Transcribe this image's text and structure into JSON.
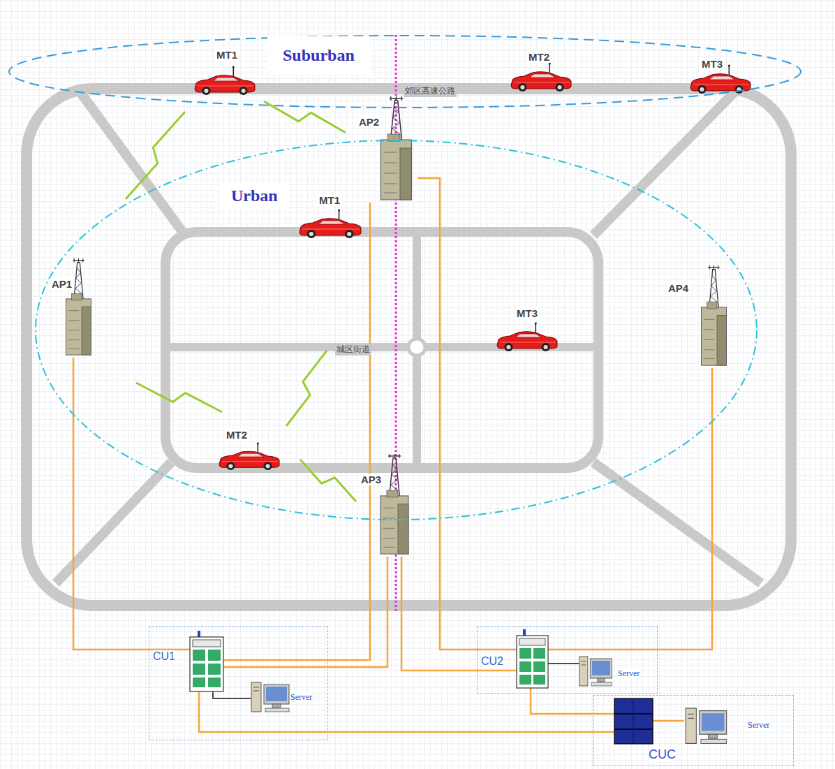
{
  "diagram": {
    "nodes": [
      {
        "text": [
          "Suburban"
        ]
      },
      {
        "text": [
          "MT1"
        ],
        "in": 0
      },
      {
        "text": [
          "MT2"
        ],
        "in": 0
      },
      {
        "text": [
          "MT3"
        ],
        "in": 0
      },
      {
        "text": [
          "AP2"
        ]
      },
      {
        "text": [
          "Urban"
        ]
      },
      {
        "text": [
          "MT1"
        ],
        "in": 5
      },
      {
        "text": [
          "AP1"
        ],
        "in": 5
      },
      {
        "text": [
          "AP4"
        ],
        "in": 5
      },
      {
        "text": [
          "MT3"
        ],
        "in": 5
      },
      {
        "text": [
          "MT2"
        ],
        "in": 5
      },
      {
        "text": [
          "AP3"
        ]
      },
      {
        "text": [
          "CU1"
        ]
      },
      {
        "text": [
          "Server"
        ],
        "in": 12
      },
      {
        "text": [
          "CU2"
        ]
      },
      {
        "text": [
          "Server"
        ],
        "in": 14
      },
      {
        "text": [
          "CUC"
        ]
      },
      {
        "text": [
          "Server"
        ],
        "in": 16
      }
    ],
    "edges": [
      {
        "from": 7,
        "to": 12,
        "arrow": "none"
      },
      {
        "from": 4,
        "to": 12,
        "arrow": "none"
      },
      {
        "from": 11,
        "to": 12,
        "arrow": "none"
      },
      {
        "from": 4,
        "to": 14,
        "arrow": "none"
      },
      {
        "from": 11,
        "to": 14,
        "arrow": "none"
      },
      {
        "from": 8,
        "to": 14,
        "arrow": "none"
      },
      {
        "from": 12,
        "to": 16,
        "arrow": "none"
      },
      {
        "from": 14,
        "to": 16,
        "arrow": "none"
      }
    ],
    "labels": [
      "郊区高速公路",
      "城区街道"
    ]
  }
}
